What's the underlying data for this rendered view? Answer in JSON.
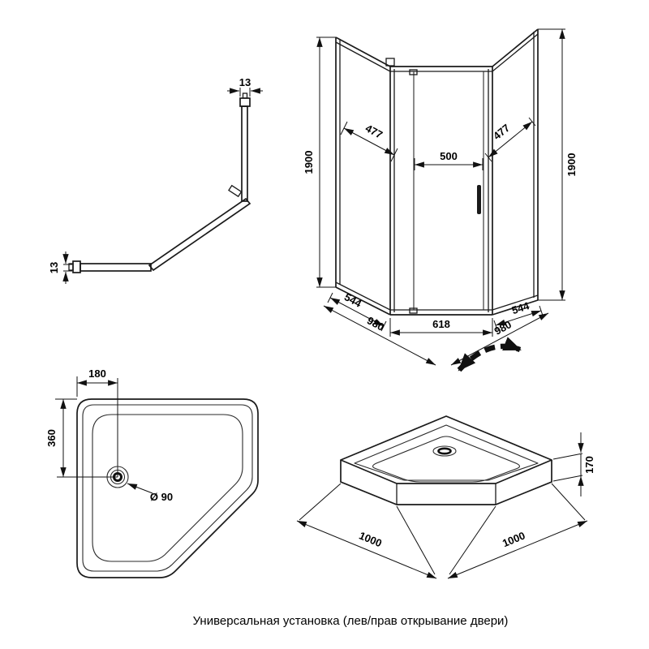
{
  "caption": "Универсальная установка (лев/прав открывание двери)",
  "profile": {
    "dim_width": "13",
    "dim_height": "13"
  },
  "enclosure": {
    "height_left": "1900",
    "height_right": "1900",
    "panel_top_left": "477",
    "door_width": "500",
    "panel_top_right": "477",
    "side_bottom_left": "544",
    "front_bottom": "618",
    "side_bottom_right": "544",
    "base_left": "980",
    "base_right": "980"
  },
  "tray_top": {
    "drain_offset_top": "180",
    "drain_offset_side": "360",
    "drain_diameter": "Ø 90"
  },
  "tray_iso": {
    "height": "170",
    "edge_left": "1000",
    "edge_right": "1000"
  }
}
